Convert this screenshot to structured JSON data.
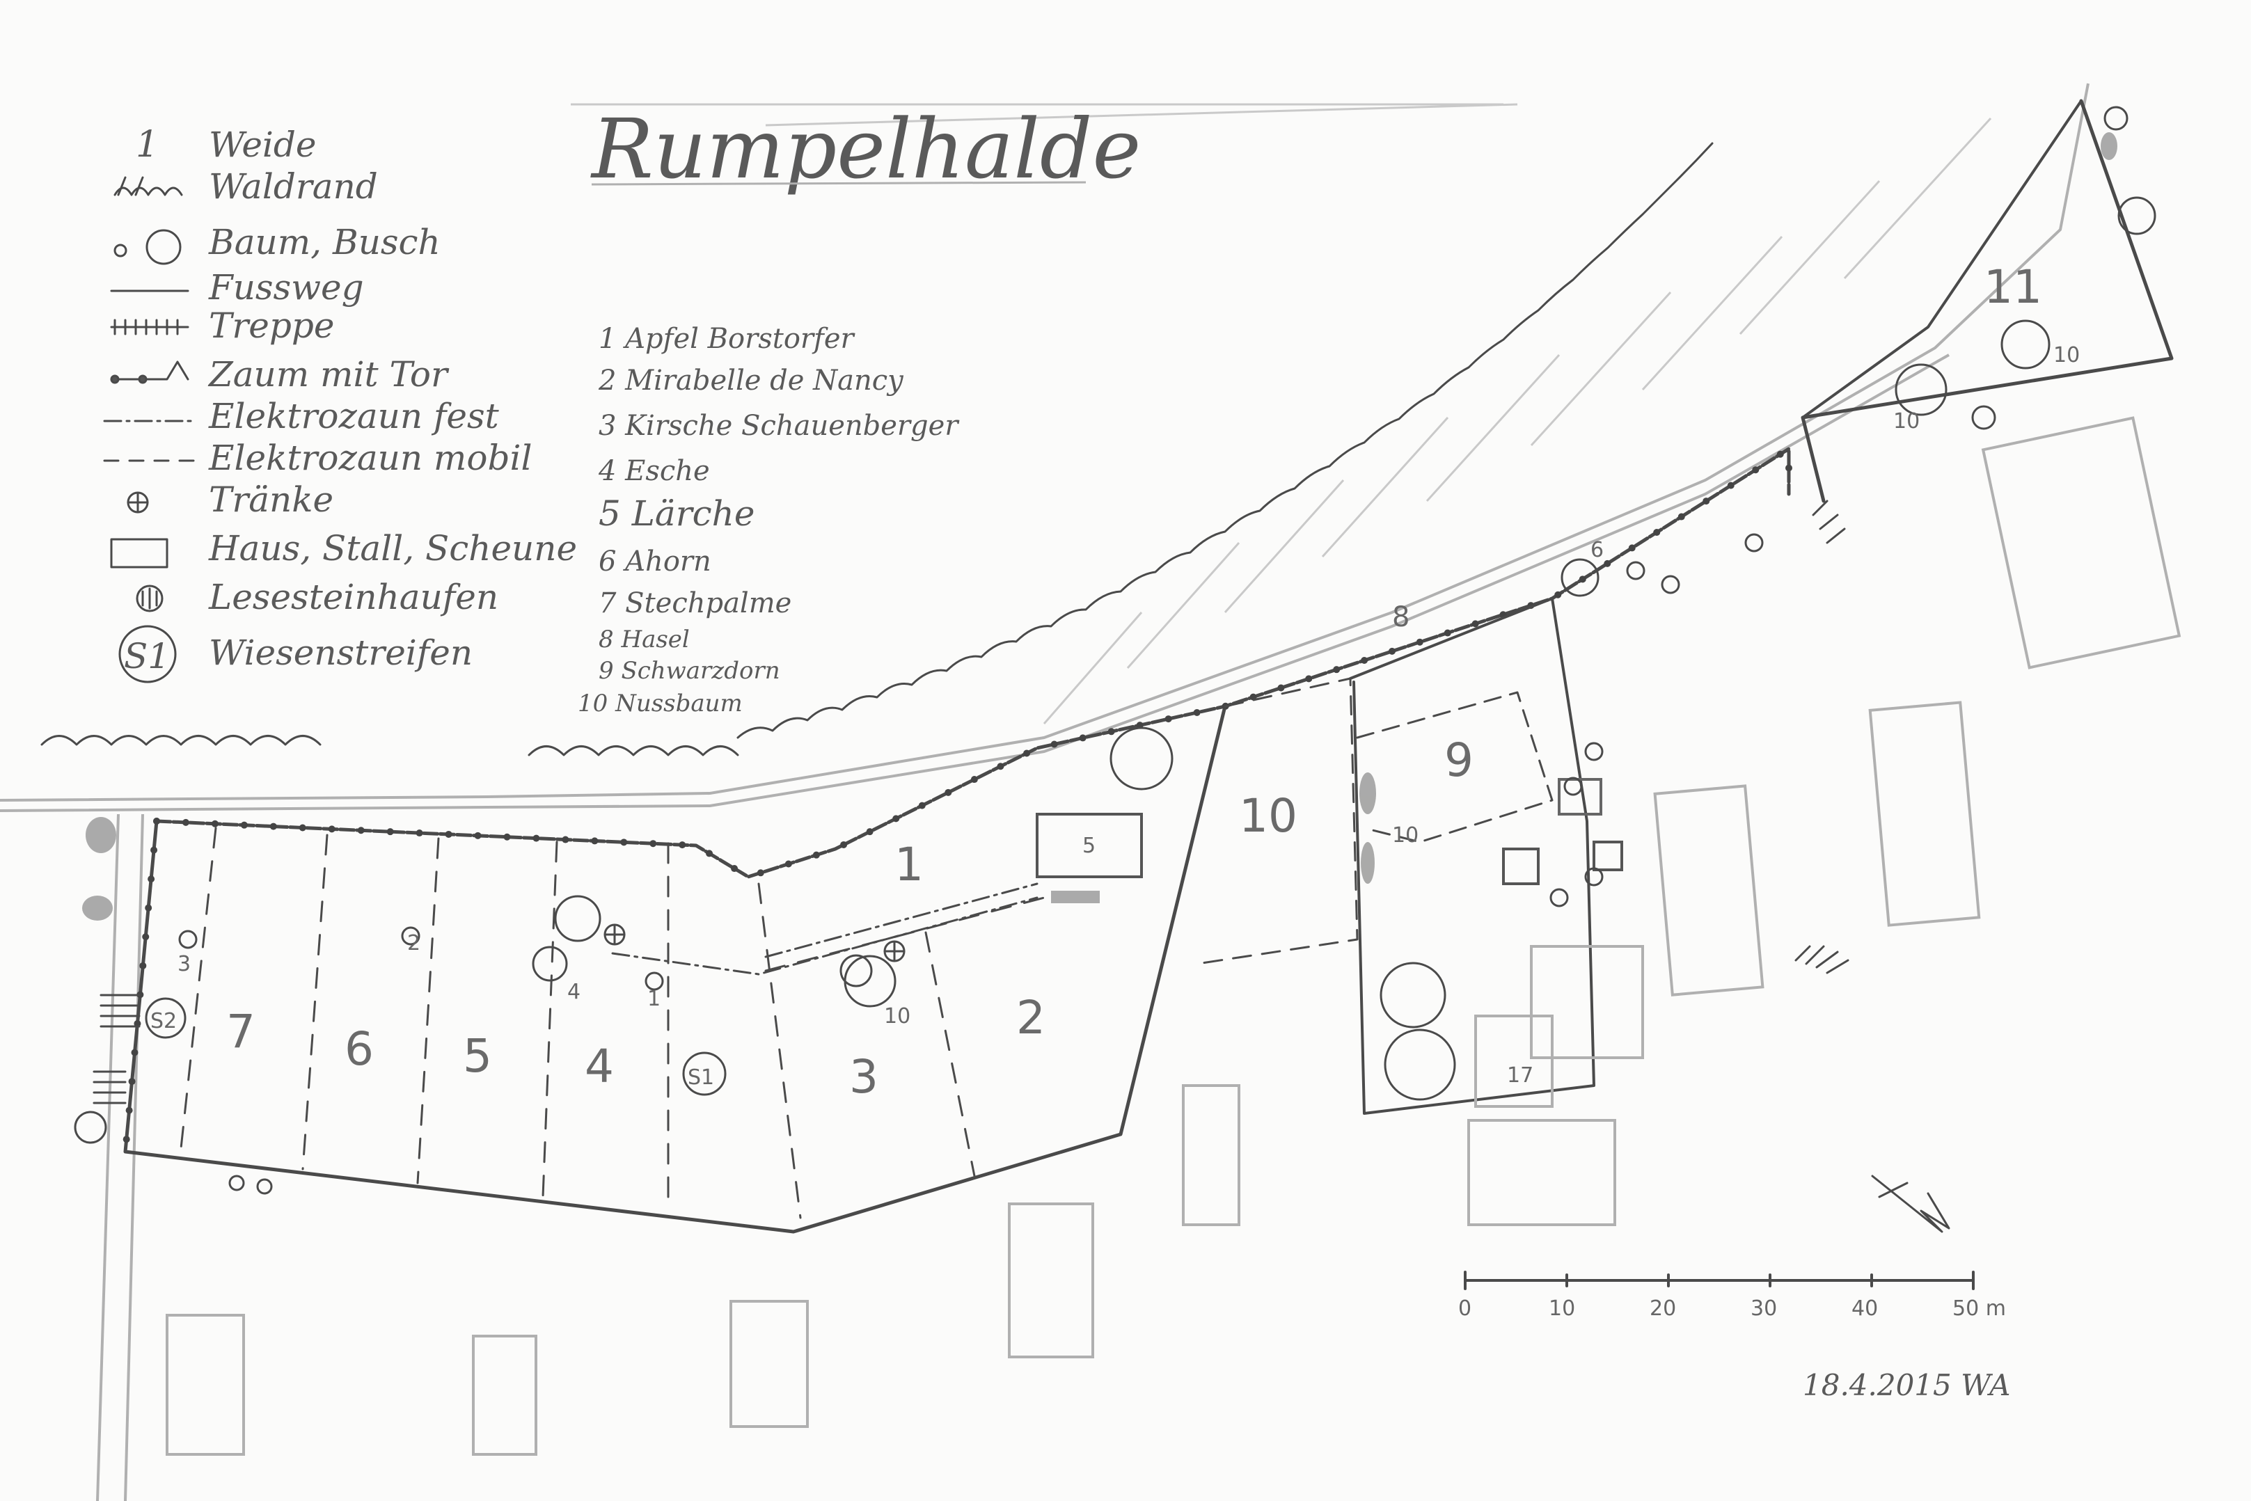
{
  "title": "Rumpelhalde",
  "legend": [
    {
      "symbol": "1",
      "label": "Weide"
    },
    {
      "symbol": "waldrand",
      "label": "Waldrand"
    },
    {
      "symbol": "tree-bush",
      "label": "Baum, Busch"
    },
    {
      "symbol": "line",
      "label": "Fussweg"
    },
    {
      "symbol": "stairs",
      "label": "Treppe"
    },
    {
      "symbol": "fence-gate",
      "label": "Zaum mit Tor"
    },
    {
      "symbol": "dash-dot",
      "label": "Elektrozaun fest"
    },
    {
      "symbol": "dashed",
      "label": "Elektrozaun mobil"
    },
    {
      "symbol": "trough",
      "label": "Tränke"
    },
    {
      "symbol": "rect",
      "label": "Haus, Stall, Scheune"
    },
    {
      "symbol": "stones",
      "label": "Lesesteinhaufen"
    },
    {
      "symbol": "S1",
      "label": "Wiesenstreifen"
    }
  ],
  "trees": [
    "1 Apfel Borstorfer",
    "2 Mirabelle de Nancy",
    "3 Kirsche Schauenberger",
    "4 Esche",
    "5 Lärche",
    "6 Ahorn",
    "7 Stechpalme",
    "8 Hasel",
    "9 Schwarzdorn",
    "10 Nussbaum"
  ],
  "pastures": [
    "1",
    "2",
    "3",
    "4",
    "5",
    "6",
    "7",
    "9",
    "10",
    "11"
  ],
  "strips": [
    "S1",
    "S2"
  ],
  "building_labels": [
    "5",
    "17"
  ],
  "tree_markers": [
    "1",
    "2",
    "3",
    "4",
    "6",
    "8",
    "10",
    "10",
    "10",
    "10"
  ],
  "scale": {
    "ticks": [
      "0",
      "10",
      "20",
      "30",
      "40",
      "50 m"
    ]
  },
  "signature": "18.4.2015 WA"
}
